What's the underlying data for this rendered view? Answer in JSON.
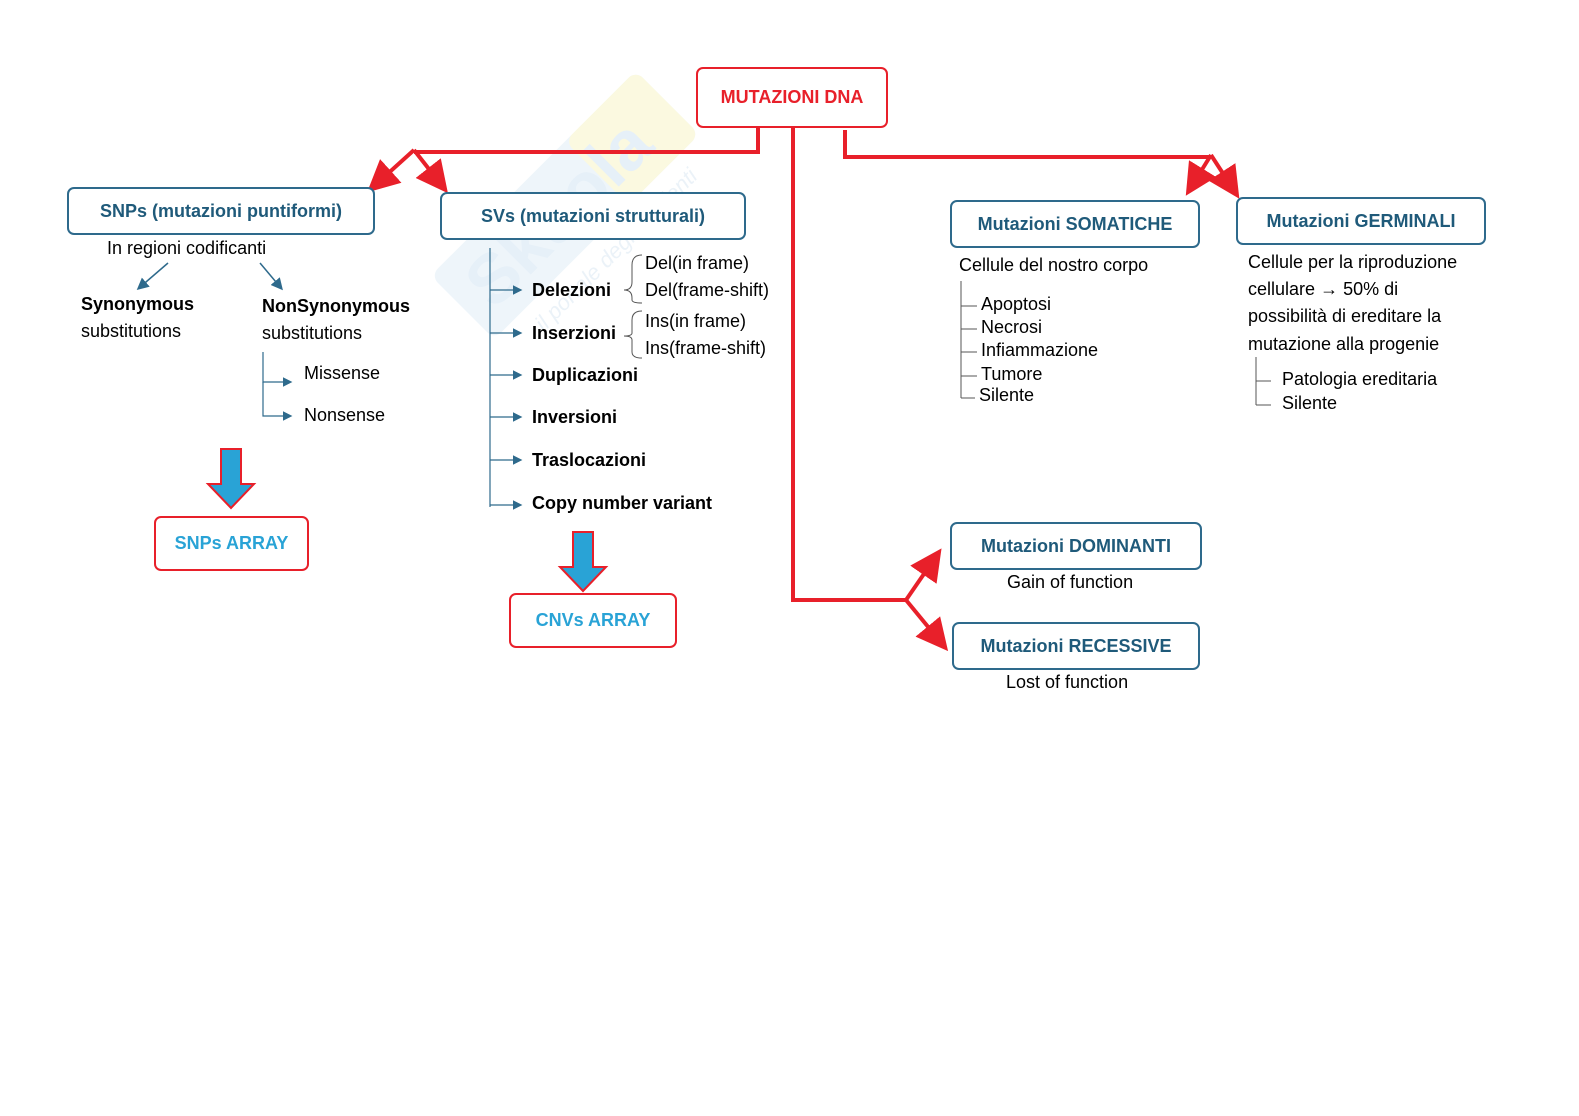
{
  "watermark": {
    "brand": "Skuola.net",
    "tagline": "il portale degli studenti"
  },
  "root": {
    "label": "MUTAZIONI DNA"
  },
  "snps": {
    "title": "SNPs (mutazioni puntiformi)",
    "subtitle": "In regioni codificanti",
    "synonymous_bold": "Synonymous",
    "synonymous_rest": "substitutions",
    "nonsynonymous_bold": "NonSynonymous",
    "nonsynonymous_rest": "substitutions",
    "missense": "Missense",
    "nonsense": "Nonsense",
    "array": "SNPs ARRAY"
  },
  "svs": {
    "title": "SVs (mutazioni strutturali)",
    "items": [
      "Delezioni",
      "Inserzioni",
      "Duplicazioni",
      "Inversioni",
      "Traslocazioni",
      "Copy number variant"
    ],
    "delezioni_sub": [
      "Del(in frame)",
      "Del(frame-shift)"
    ],
    "inserzioni_sub": [
      "Ins(in frame)",
      "Ins(frame-shift)"
    ],
    "array": "CNVs ARRAY"
  },
  "somatiche": {
    "title": "Mutazioni SOMATICHE",
    "subtitle": "Cellule del nostro corpo",
    "items": [
      "Apoptosi",
      "Necrosi",
      "Infiammazione",
      "Tumore",
      "Silente"
    ]
  },
  "germinali": {
    "title": "Mutazioni GERMINALI",
    "description_line1": "Cellule per la riproduzione",
    "description_line2_a": "cellulare",
    "description_arrow": "→",
    "description_line2_b": "50% di",
    "description_line3": "possibilità di ereditare la",
    "description_line4": "mutazione alla progenie",
    "items": [
      "Patologia ereditaria",
      "Silente"
    ]
  },
  "dominanti": {
    "title": "Mutazioni DOMINANTI",
    "subtitle": "Gain of function"
  },
  "recessive": {
    "title": "Mutazioni RECESSIVE",
    "subtitle": "Lost of function"
  },
  "colors": {
    "red": "#e8202a",
    "blue": "#1f5a7a",
    "cyan": "#29a3d6",
    "arrow_blue": "#2e6a8c"
  }
}
